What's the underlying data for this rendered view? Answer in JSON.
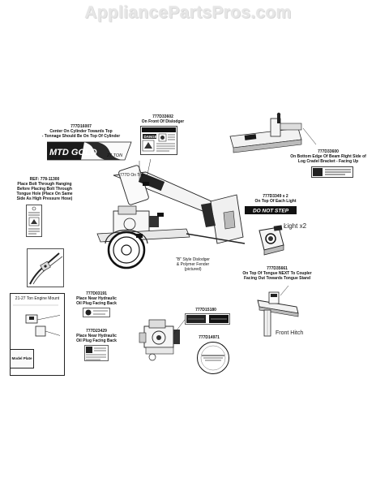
{
  "watermark": "AppliancePartsPros.com",
  "callouts": {
    "mtd": {
      "part": "777D16007",
      "text1": "Center On Cylinder Towards Top",
      "text2": "- Tonnage Should Be On Top Of Cylinder"
    },
    "dislodger": {
      "part": "777D33602",
      "text1": "On Front Of Dislodger"
    },
    "beam": {
      "part": "777D33600",
      "text1": "On Bottom Edge Of Beam Right Side of",
      "text2": "Log Cradel Bracket - Facing Up"
    },
    "ref": {
      "part": "REF: 778-11300",
      "text1": "Place Bolt Through Hanging",
      "text2": "Before Placing Bolt Through",
      "text3": "Tongue Hole (Place On Same",
      "text4": "Side As High Pressure Hose)"
    },
    "light": {
      "part": "777D3349 x 2",
      "text1": "On Top Of Each Light"
    },
    "tongue": {
      "part": "777D35661",
      "text1": "On Top Of Tongue NEXT To Coupler",
      "text2": "Facing Out Towards Tongue Stand"
    },
    "hydraulic1": {
      "part": "777D03191",
      "text1": "Place Near Hydraulic",
      "text2": "Oil Plug Facing Back"
    },
    "hydraulic2": {
      "part": "777D23429",
      "text1": "Place Near Hydraulic",
      "text2": "Oil Plug Facing Back"
    },
    "label3": {
      "part": "777D15180"
    },
    "label4": {
      "part": "777D14971"
    }
  },
  "labels": {
    "top_tag": "777D On Top",
    "mtd_brand": "MTD GOLD",
    "tonnage": "27 TON",
    "danger": "DANGER",
    "do_not_step": "DO NOT STEP",
    "light_x2": "Light x2",
    "style_dislodger_1": "\"B\" Style Dislodger",
    "style_dislodger_2": "& Polymer Fender",
    "style_dislodger_3": "(pictured)",
    "engine_mount": "21-27 Ton Engine Mount",
    "model_plate": "Model Plate",
    "front_hitch": "Front Hitch"
  }
}
